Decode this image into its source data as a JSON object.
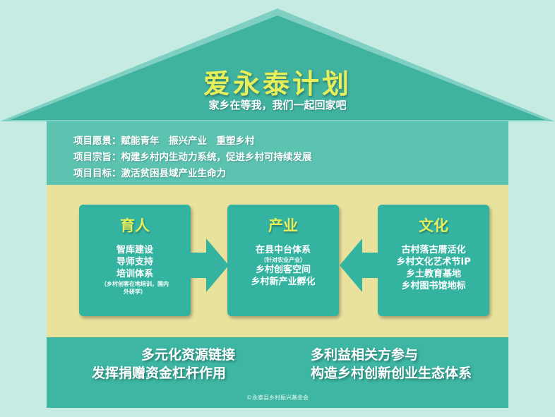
{
  "header": {
    "title": "爱永泰计划",
    "subtitle": "家乡在等我，我们一起回家吧"
  },
  "mission": [
    "项目愿景：赋能青年　振兴产业　重塑乡村",
    "项目宗旨：构建乡村内生动力系统，促进乡村可持续发展",
    "项目目标：激活贫困县域产业生命力"
  ],
  "pillars": [
    {
      "title": "育人",
      "items": [
        "智库建设",
        "导师支持",
        "培训体系"
      ],
      "note": "（乡村创客在地培训，国内外研学）"
    },
    {
      "title": "产业",
      "items": [
        "在县中台体系",
        "乡村创客空间",
        "乡村新产业孵化"
      ],
      "note": "（针对农业产业）"
    },
    {
      "title": "文化",
      "items": [
        "古村落古厝活化",
        "乡村文化艺术节IP",
        "乡土教育基地",
        "乡村图书馆地标"
      ]
    }
  ],
  "bottom": {
    "left": [
      "多元化资源链接",
      "发挥捐赠资金杠杆作用"
    ],
    "right": [
      "多利益相关方参与",
      "构造乡村创新创业生态体系"
    ],
    "footer": "©永泰县乡村振兴基金会"
  },
  "colors": {
    "roof": "#3fb3a0",
    "teal": "#33b3a0",
    "yellow": "#e9e29d",
    "title": "#e6ef5a"
  }
}
